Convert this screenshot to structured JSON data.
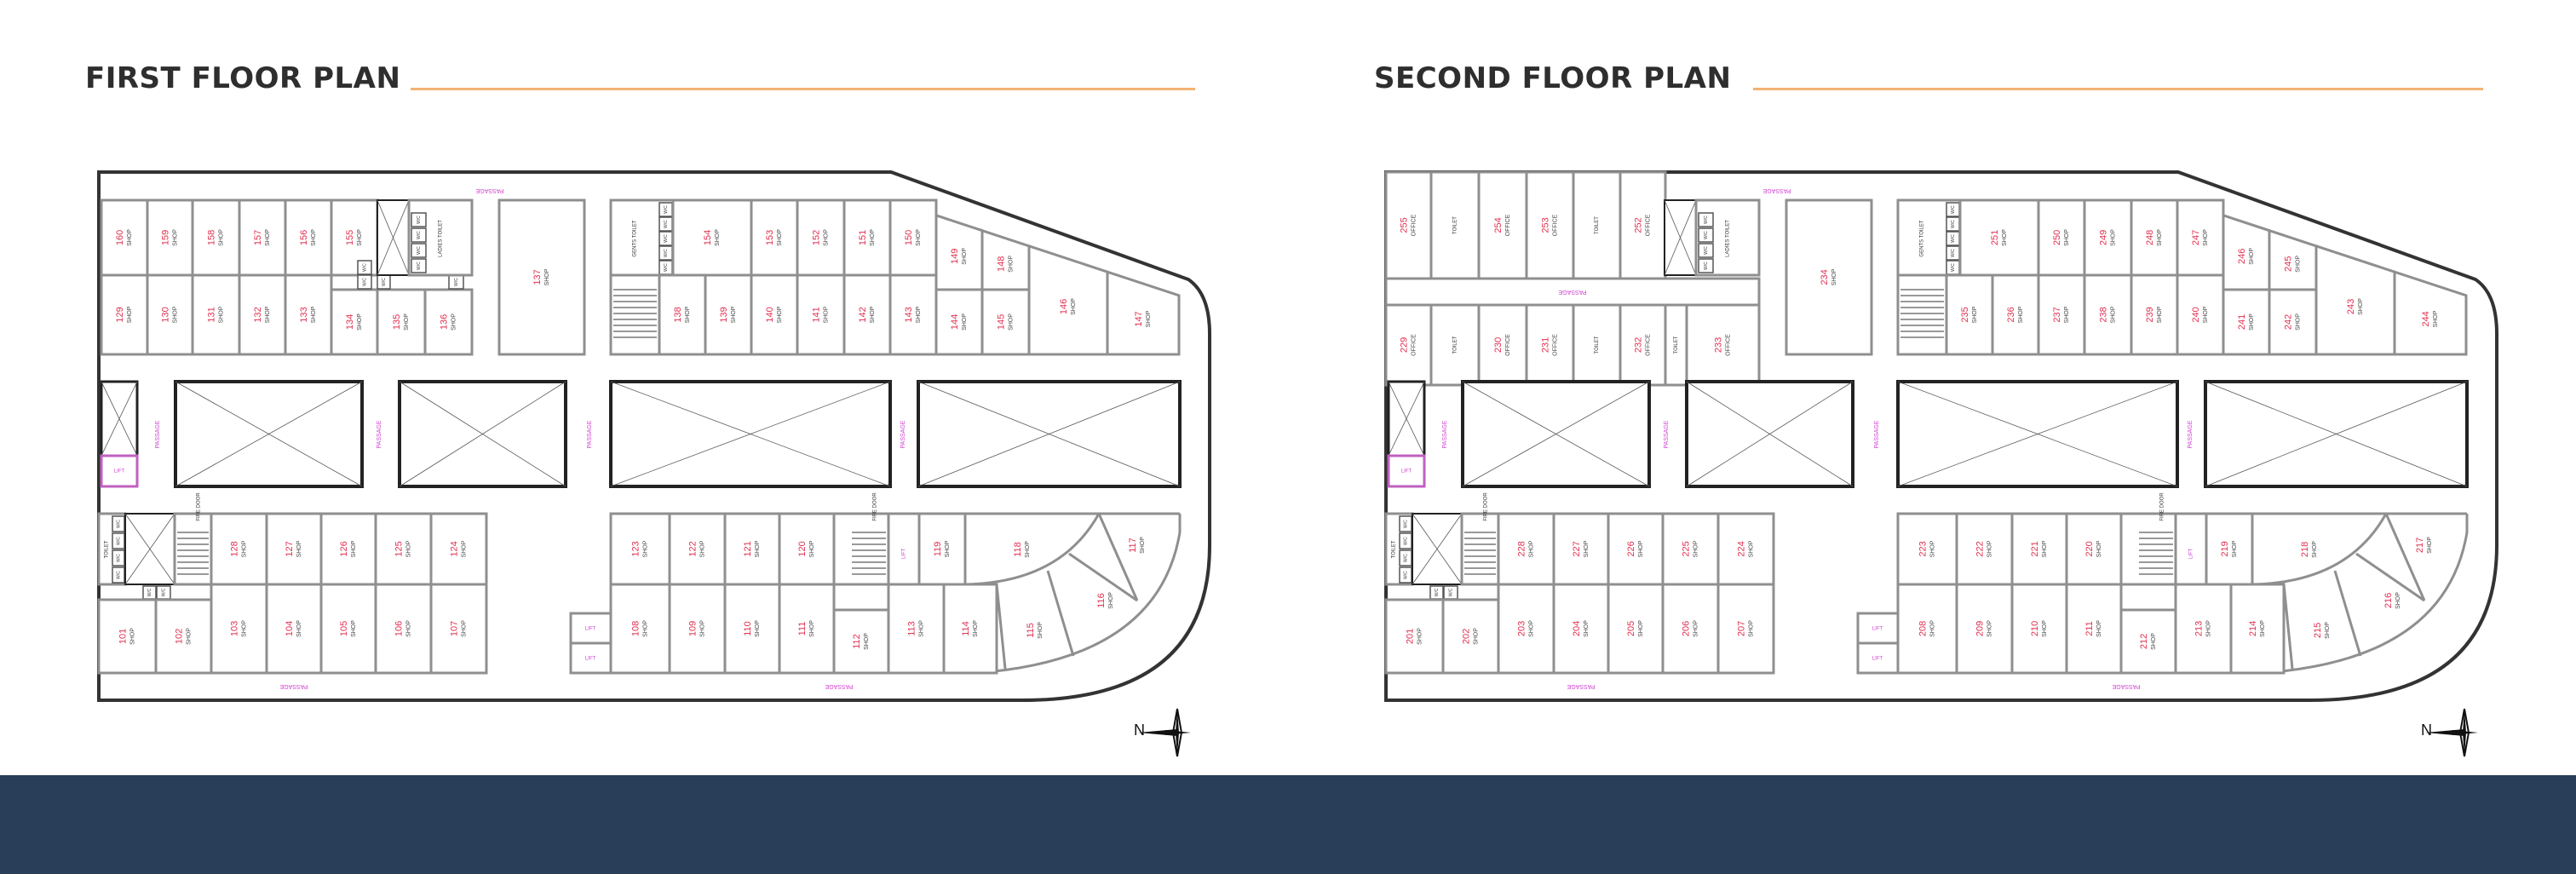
{
  "floors": [
    {
      "title": "FIRST FLOOR PLAN",
      "rooms": [
        {
          "no": "160",
          "type": "SHOP"
        },
        {
          "no": "159",
          "type": "SHOP"
        },
        {
          "no": "158",
          "type": "SHOP"
        },
        {
          "no": "157",
          "type": "SHOP"
        },
        {
          "no": "156",
          "type": "SHOP"
        },
        {
          "no": "155",
          "type": "SHOP"
        },
        {
          "no": "129",
          "type": "SHOP"
        },
        {
          "no": "130",
          "type": "SHOP"
        },
        {
          "no": "131",
          "type": "SHOP"
        },
        {
          "no": "132",
          "type": "SHOP"
        },
        {
          "no": "133",
          "type": "SHOP"
        },
        {
          "no": "134",
          "type": "SHOP"
        },
        {
          "no": "135",
          "type": "SHOP"
        },
        {
          "no": "136",
          "type": "SHOP"
        },
        {
          "no": "137",
          "type": "SHOP"
        },
        {
          "no": "154",
          "type": "SHOP"
        },
        {
          "no": "153",
          "type": "SHOP"
        },
        {
          "no": "152",
          "type": "SHOP"
        },
        {
          "no": "151",
          "type": "SHOP"
        },
        {
          "no": "150",
          "type": "SHOP"
        },
        {
          "no": "149",
          "type": "SHOP"
        },
        {
          "no": "148",
          "type": "SHOP"
        },
        {
          "no": "138",
          "type": "SHOP"
        },
        {
          "no": "139",
          "type": "SHOP"
        },
        {
          "no": "140",
          "type": "SHOP"
        },
        {
          "no": "141",
          "type": "SHOP"
        },
        {
          "no": "142",
          "type": "SHOP"
        },
        {
          "no": "143",
          "type": "SHOP"
        },
        {
          "no": "144",
          "type": "SHOP"
        },
        {
          "no": "145",
          "type": "SHOP"
        },
        {
          "no": "146",
          "type": "SHOP"
        },
        {
          "no": "147",
          "type": "SHOP"
        },
        {
          "no": "128",
          "type": "SHOP"
        },
        {
          "no": "127",
          "type": "SHOP"
        },
        {
          "no": "126",
          "type": "SHOP"
        },
        {
          "no": "125",
          "type": "SHOP"
        },
        {
          "no": "124",
          "type": "SHOP"
        },
        {
          "no": "101",
          "type": "SHOP"
        },
        {
          "no": "102",
          "type": "SHOP"
        },
        {
          "no": "103",
          "type": "SHOP"
        },
        {
          "no": "104",
          "type": "SHOP"
        },
        {
          "no": "105",
          "type": "SHOP"
        },
        {
          "no": "106",
          "type": "SHOP"
        },
        {
          "no": "107",
          "type": "SHOP"
        },
        {
          "no": "123",
          "type": "SHOP"
        },
        {
          "no": "122",
          "type": "SHOP"
        },
        {
          "no": "121",
          "type": "SHOP"
        },
        {
          "no": "120",
          "type": "SHOP"
        },
        {
          "no": "119",
          "type": "SHOP"
        },
        {
          "no": "118",
          "type": "SHOP"
        },
        {
          "no": "117",
          "type": "SHOP"
        },
        {
          "no": "108",
          "type": "SHOP"
        },
        {
          "no": "109",
          "type": "SHOP"
        },
        {
          "no": "110",
          "type": "SHOP"
        },
        {
          "no": "111",
          "type": "SHOP"
        },
        {
          "no": "112",
          "type": "SHOP"
        },
        {
          "no": "113",
          "type": "SHOP"
        },
        {
          "no": "114",
          "type": "SHOP"
        },
        {
          "no": "115",
          "type": "SHOP"
        },
        {
          "no": "116",
          "type": "SHOP"
        }
      ]
    },
    {
      "title": "SECOND FLOOR PLAN",
      "offices": [
        {
          "no": "255",
          "type": "OFFICE"
        },
        {
          "no": "254",
          "type": "OFFICE"
        },
        {
          "no": "253",
          "type": "OFFICE"
        },
        {
          "no": "252",
          "type": "OFFICE"
        },
        {
          "no": "229",
          "type": "OFFICE"
        },
        {
          "no": "230",
          "type": "OFFICE"
        },
        {
          "no": "231",
          "type": "OFFICE"
        },
        {
          "no": "232",
          "type": "OFFICE"
        },
        {
          "no": "233",
          "type": "OFFICE"
        }
      ],
      "rooms": [
        {
          "no": "234",
          "type": "SHOP"
        },
        {
          "no": "251",
          "type": "SHOP"
        },
        {
          "no": "250",
          "type": "SHOP"
        },
        {
          "no": "249",
          "type": "SHOP"
        },
        {
          "no": "248",
          "type": "SHOP"
        },
        {
          "no": "247",
          "type": "SHOP"
        },
        {
          "no": "246",
          "type": "SHOP"
        },
        {
          "no": "245",
          "type": "SHOP"
        },
        {
          "no": "235",
          "type": "SHOP"
        },
        {
          "no": "236",
          "type": "SHOP"
        },
        {
          "no": "237",
          "type": "SHOP"
        },
        {
          "no": "238",
          "type": "SHOP"
        },
        {
          "no": "239",
          "type": "SHOP"
        },
        {
          "no": "240",
          "type": "SHOP"
        },
        {
          "no": "241",
          "type": "SHOP"
        },
        {
          "no": "242",
          "type": "SHOP"
        },
        {
          "no": "243",
          "type": "SHOP"
        },
        {
          "no": "244",
          "type": "SHOP"
        },
        {
          "no": "228",
          "type": "SHOP"
        },
        {
          "no": "227",
          "type": "SHOP"
        },
        {
          "no": "226",
          "type": "SHOP"
        },
        {
          "no": "225",
          "type": "SHOP"
        },
        {
          "no": "224",
          "type": "SHOP"
        },
        {
          "no": "201",
          "type": "SHOP"
        },
        {
          "no": "202",
          "type": "SHOP"
        },
        {
          "no": "203",
          "type": "SHOP"
        },
        {
          "no": "204",
          "type": "SHOP"
        },
        {
          "no": "205",
          "type": "SHOP"
        },
        {
          "no": "206",
          "type": "SHOP"
        },
        {
          "no": "207",
          "type": "SHOP"
        },
        {
          "no": "223",
          "type": "SHOP"
        },
        {
          "no": "222",
          "type": "SHOP"
        },
        {
          "no": "221",
          "type": "SHOP"
        },
        {
          "no": "220",
          "type": "SHOP"
        },
        {
          "no": "219",
          "type": "SHOP"
        },
        {
          "no": "218",
          "type": "SHOP"
        },
        {
          "no": "217",
          "type": "SHOP"
        },
        {
          "no": "208",
          "type": "SHOP"
        },
        {
          "no": "209",
          "type": "SHOP"
        },
        {
          "no": "210",
          "type": "SHOP"
        },
        {
          "no": "211",
          "type": "SHOP"
        },
        {
          "no": "212",
          "type": "SHOP"
        },
        {
          "no": "213",
          "type": "SHOP"
        },
        {
          "no": "214",
          "type": "SHOP"
        },
        {
          "no": "215",
          "type": "SHOP"
        },
        {
          "no": "216",
          "type": "SHOP"
        }
      ]
    }
  ],
  "labels": {
    "passage": "PASSAGE",
    "lift": "LIFT",
    "wc": "W/C",
    "ladies_toilet": "LADIES TOILET",
    "gents_toilet": "GENTS TOILET",
    "toilet": "TOILET",
    "fire_door": "FIRE DOOR"
  },
  "north_label": "N",
  "colors": {
    "accent_rule": "#f3b274",
    "room_number": "#e0304f",
    "annotation": "#d040d0",
    "band": "#293e58"
  }
}
